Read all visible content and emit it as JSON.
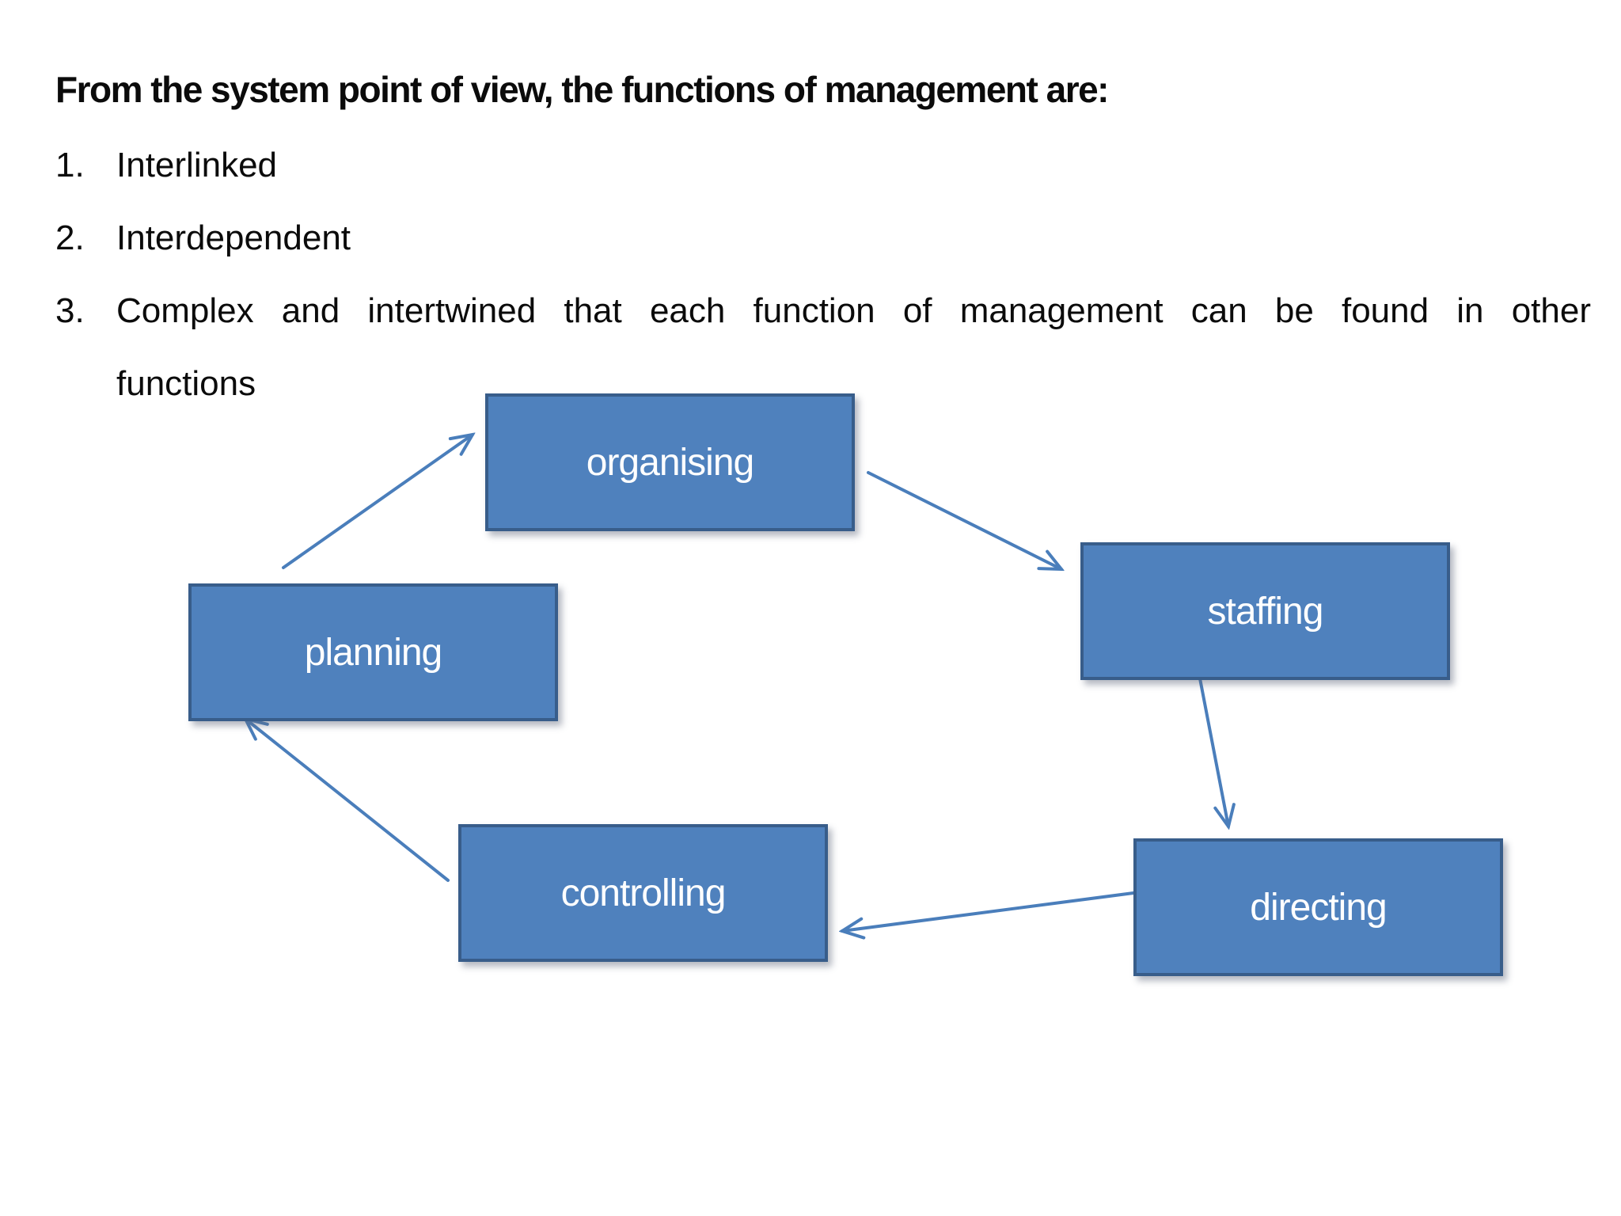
{
  "slide": {
    "heading": "From the system point of view, the functions of management are:",
    "items": [
      {
        "number": "1.",
        "text": "Interlinked"
      },
      {
        "number": "2.",
        "text": "Interdependent"
      },
      {
        "number": "3.",
        "text": "Complex and intertwined that each function of management can be found in other",
        "text_continued": "functions"
      }
    ]
  },
  "diagram": {
    "nodes": {
      "organising": "organising",
      "staffing": "staffing",
      "directing": "directing",
      "controlling": "controlling",
      "planning": "planning"
    },
    "edges": [
      {
        "from": "planning",
        "to": "organising"
      },
      {
        "from": "organising",
        "to": "staffing"
      },
      {
        "from": "staffing",
        "to": "directing"
      },
      {
        "from": "directing",
        "to": "controlling"
      },
      {
        "from": "controlling",
        "to": "planning"
      }
    ],
    "colors": {
      "node_fill": "#4F81BD",
      "node_border": "#385D8A",
      "node_text": "#FFFFFF",
      "arrow": "#4A7EBB"
    }
  }
}
